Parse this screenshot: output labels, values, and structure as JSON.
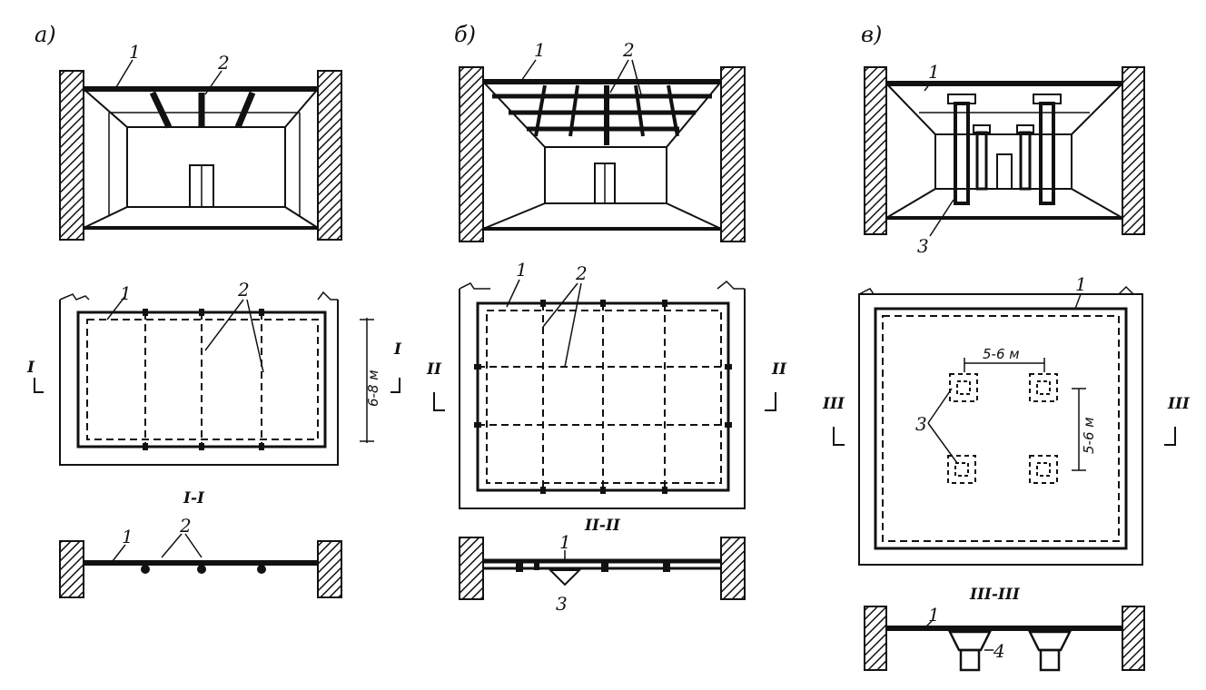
{
  "panels": {
    "a": {
      "letter": "а)",
      "persp": {
        "n1": "1",
        "n2": "2"
      },
      "plan": {
        "n1": "1",
        "n2": "2",
        "dim": "6-8 м",
        "cut_l": "I",
        "cut_r": "I"
      },
      "section_title": "I-I",
      "section": {
        "n1": "1",
        "n2": "2"
      }
    },
    "b": {
      "letter": "б)",
      "persp": {
        "n1": "1",
        "n2": "2"
      },
      "plan": {
        "n1": "1",
        "n2": "2",
        "cut_l": "II",
        "cut_r": "II"
      },
      "section_title": "II-II",
      "section": {
        "n1": "1",
        "n3": "3"
      }
    },
    "c": {
      "letter": "в)",
      "persp": {
        "n1": "1",
        "n3": "3"
      },
      "plan": {
        "n1": "1",
        "n3": "3",
        "dim_h": "5-6 м",
        "dim_v": "5-6 м",
        "cut_l": "III",
        "cut_r": "III"
      },
      "section_title": "III-III",
      "section": {
        "n1": "1",
        "n4": "4"
      }
    }
  }
}
